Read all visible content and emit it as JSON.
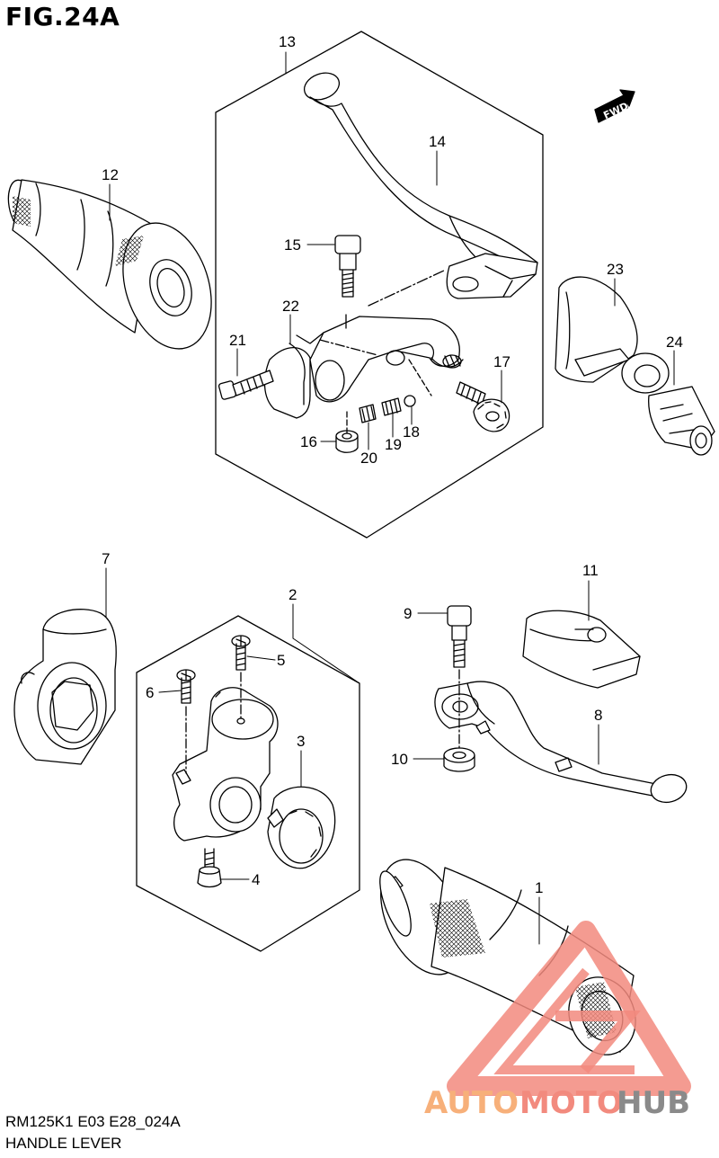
{
  "figure": {
    "title": "FIG.24A",
    "code": "RM125K1 E03 E28_024A",
    "name": "HANDLE LEVER",
    "direction_label": "FWD"
  },
  "callouts": [
    {
      "id": "callout-1",
      "label": "1"
    },
    {
      "id": "callout-2",
      "label": "2"
    },
    {
      "id": "callout-3",
      "label": "3"
    },
    {
      "id": "callout-4",
      "label": "4"
    },
    {
      "id": "callout-5",
      "label": "5"
    },
    {
      "id": "callout-6",
      "label": "6"
    },
    {
      "id": "callout-7",
      "label": "7"
    },
    {
      "id": "callout-8",
      "label": "8"
    },
    {
      "id": "callout-9",
      "label": "9"
    },
    {
      "id": "callout-10",
      "label": "10"
    },
    {
      "id": "callout-11",
      "label": "11"
    },
    {
      "id": "callout-12",
      "label": "12"
    },
    {
      "id": "callout-13",
      "label": "13"
    },
    {
      "id": "callout-14",
      "label": "14"
    },
    {
      "id": "callout-15",
      "label": "15"
    },
    {
      "id": "callout-16",
      "label": "16"
    },
    {
      "id": "callout-17",
      "label": "17"
    },
    {
      "id": "callout-18",
      "label": "18"
    },
    {
      "id": "callout-19",
      "label": "19"
    },
    {
      "id": "callout-20",
      "label": "20"
    },
    {
      "id": "callout-21",
      "label": "21"
    },
    {
      "id": "callout-22",
      "label": "22"
    },
    {
      "id": "callout-23",
      "label": "23"
    },
    {
      "id": "callout-24",
      "label": "24"
    }
  ],
  "watermark": {
    "part1": "AUTO",
    "part2": "MOTO",
    "part3": "HUB",
    "color_primary": "#f28a7e",
    "color_accent": "#f7b07a",
    "color_dark": "#8a8a8a"
  }
}
